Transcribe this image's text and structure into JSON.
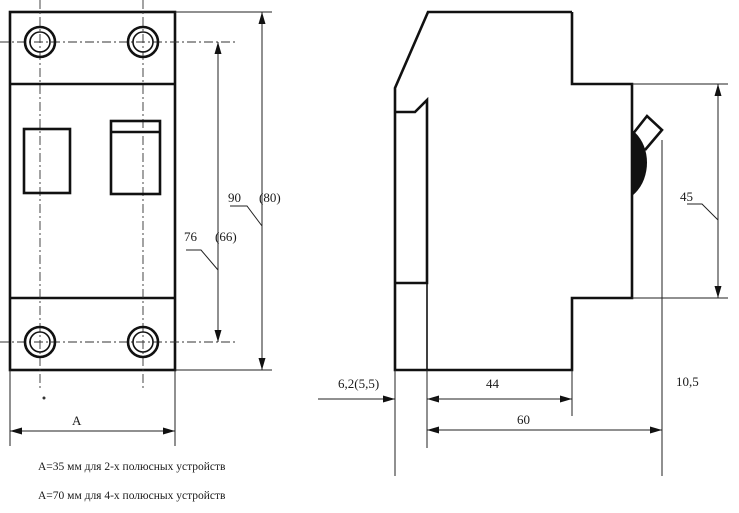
{
  "front_view": {
    "dim_height_outer": "90",
    "dim_height_outer_alt": "(80)",
    "dim_height_holes": "76",
    "dim_height_holes_alt": "(66)",
    "dim_width": "A"
  },
  "side_view": {
    "dim_rail_height": "45",
    "dim_rail_offset": "6,2(5,5)",
    "dim_body_depth": "44",
    "dim_total_depth": "60",
    "dim_handle": "10,5"
  },
  "notes": {
    "line_2pole": "A=35 мм для 2-х полюсных устройств",
    "line_4pole": "A=70 мм для 4-х полюсных устройств"
  }
}
